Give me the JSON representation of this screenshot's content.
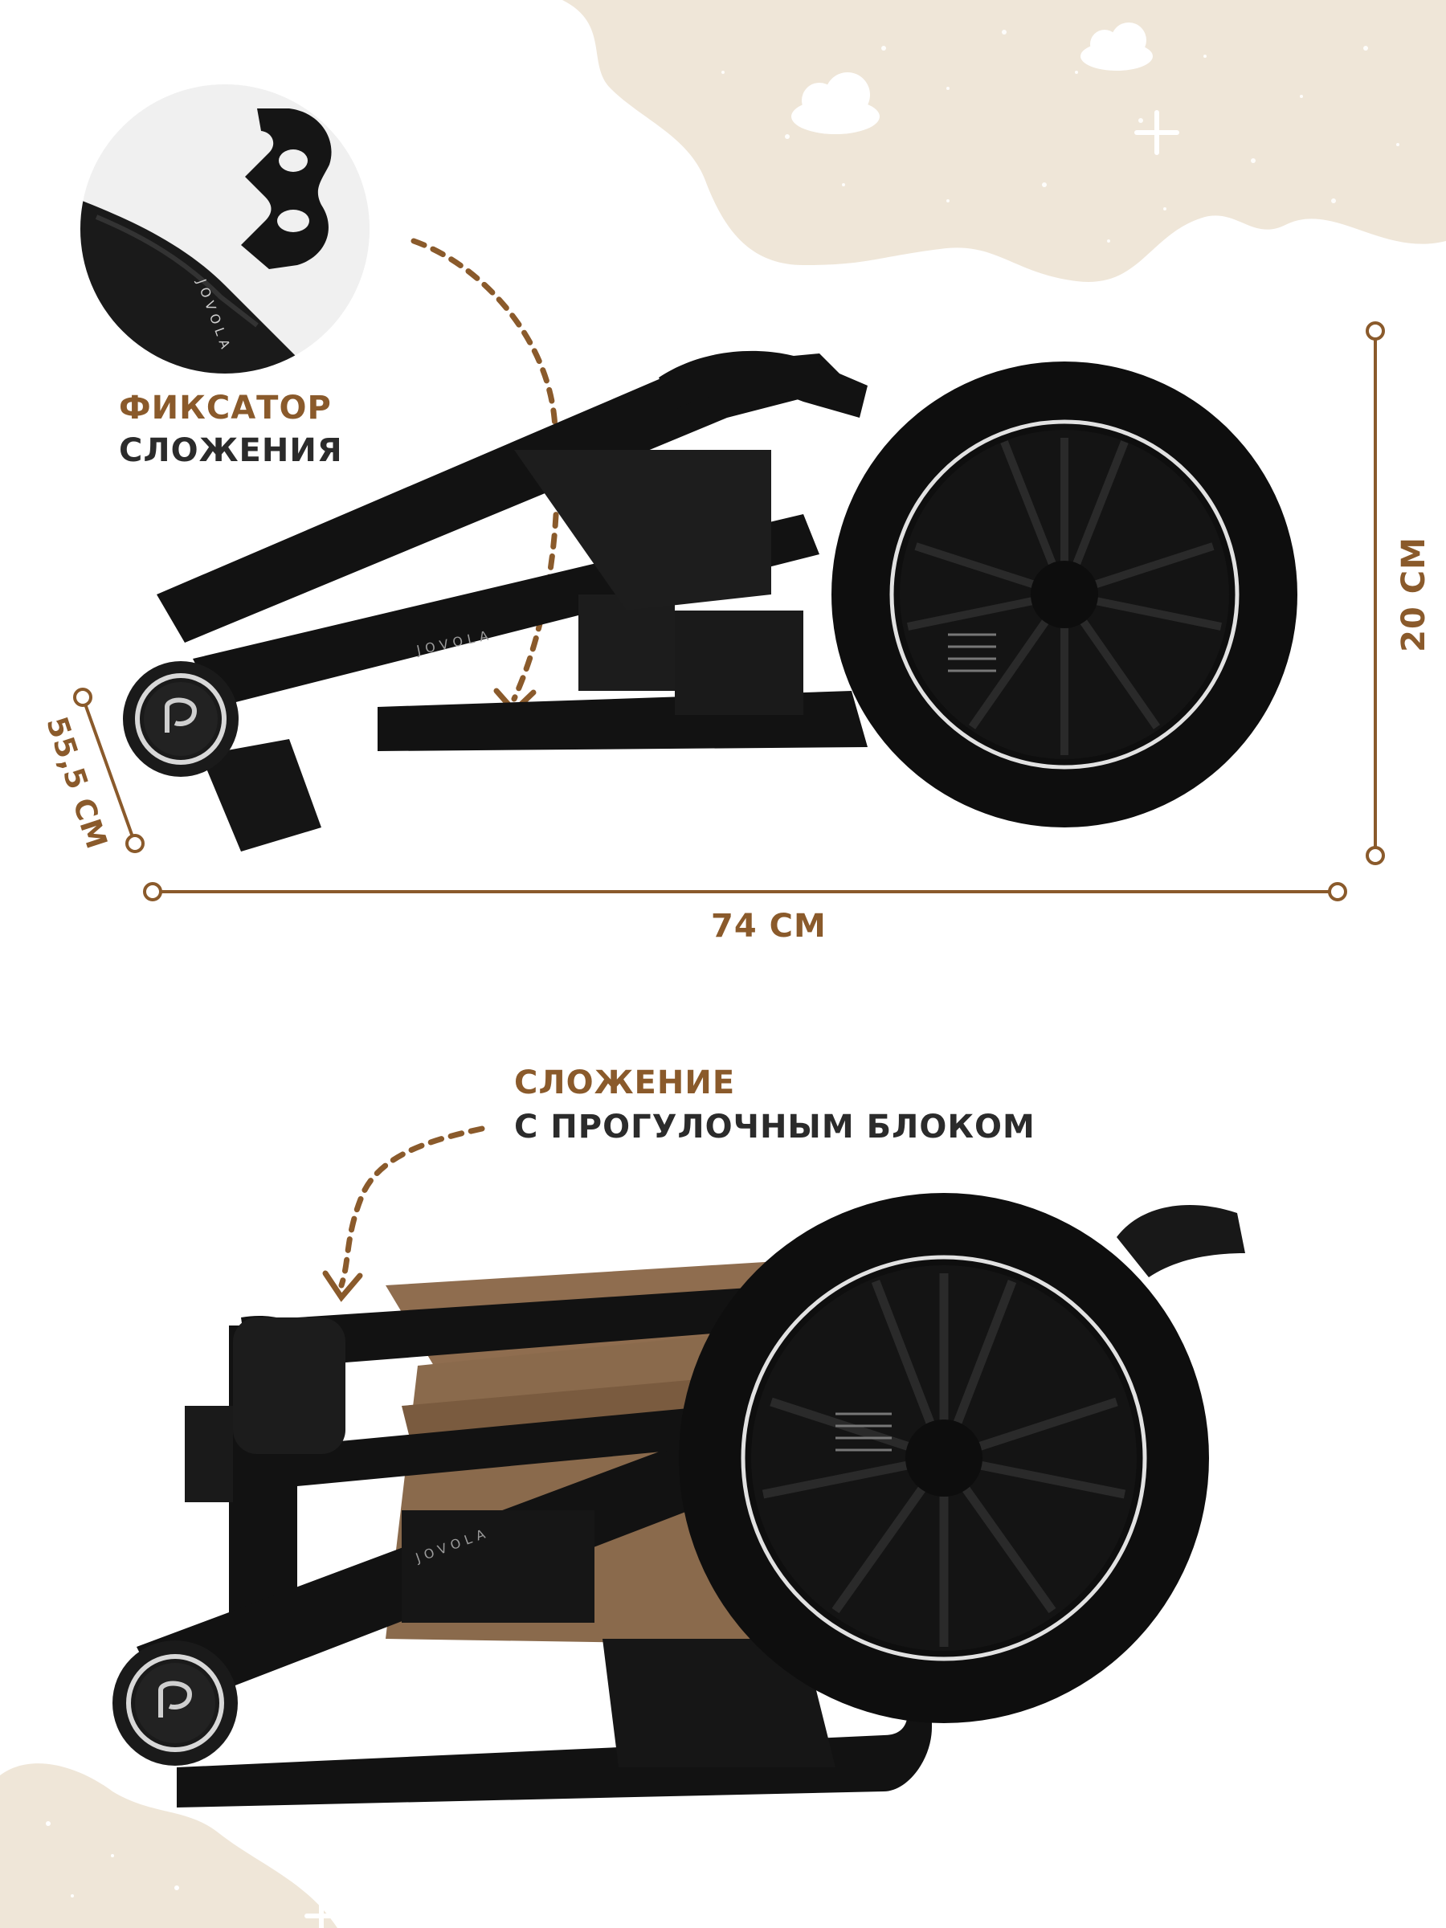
{
  "colors": {
    "accent": "#8a5a2b",
    "beige": "#efe6d8",
    "frame": "#111111",
    "fabric": "#8a6a4c",
    "text_dark": "#2b2b2b"
  },
  "callouts": {
    "fold_lock": {
      "line1": "ФИКСАТОР",
      "line2": "СЛОЖЕНИЯ"
    },
    "fold_with_seat": {
      "line1": "СЛОЖЕНИЕ",
      "line2": "С ПРОГУЛОЧНЫМ БЛОКОМ"
    }
  },
  "dimensions": {
    "height": "20 СМ",
    "width": "74 СМ",
    "depth": "55,5 СМ"
  },
  "brand": {
    "frame_text": "JOVOLA"
  }
}
